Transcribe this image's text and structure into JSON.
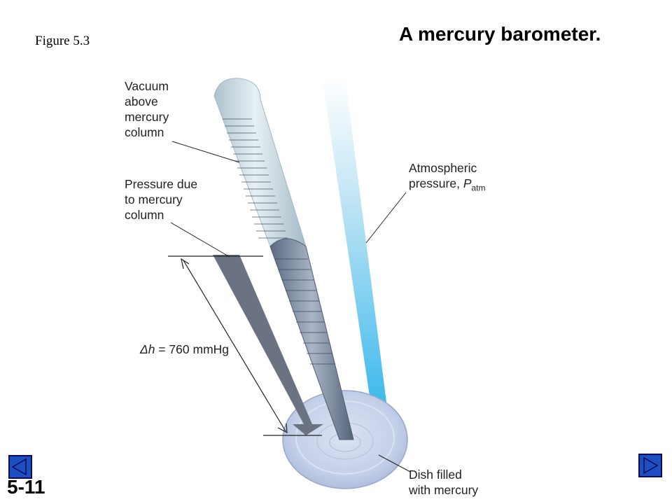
{
  "figure_label": "Figure 5.3",
  "title": "A mercury barometer.",
  "callouts": {
    "vacuum": "Vacuum\nabove\nmercury\ncolumn",
    "pressure_column": "Pressure due\nto mercury\ncolumn",
    "atmospheric_prefix": "Atmospheric\npressure, ",
    "atmospheric_symbol": "P",
    "atmospheric_subscript": "atm",
    "delta_h_symbol": "Δh",
    "delta_h_value": " = 760 mmHg",
    "dish": "Dish filled\nwith mercury"
  },
  "slide_number": "5-11",
  "colors": {
    "mercury": "#6f7f94",
    "tube_glass": "#c9dbe4",
    "atm_arrow_top": "#ffffff",
    "atm_arrow_bottom": "#29b3ea",
    "nav_button": "#1d4fc0"
  },
  "icons": {
    "prev": "triangle-left-icon",
    "next": "triangle-right-icon"
  }
}
